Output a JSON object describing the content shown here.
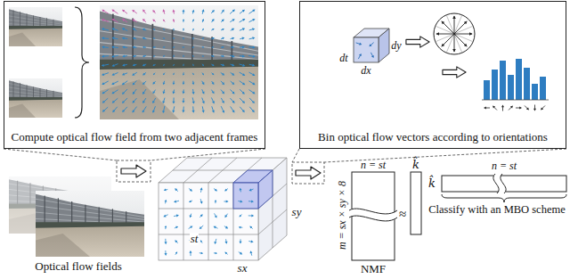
{
  "diagram": {
    "nodes": [
      {
        "text": [
          "Compute optical flow field from two adjacent frames"
        ]
      },
      {
        "text": [
          "Bin optical flow vectors according to orientations"
        ]
      }
    ],
    "labels": [
      "dt",
      "dx",
      "dy",
      "Optical flow fields",
      "st",
      "sx",
      "sy",
      "n = st",
      "m = sx × sy × 8",
      "NMF",
      "≈",
      "k̂",
      "n = st",
      "k̂",
      "Classify with an MBO scheme"
    ]
  }
}
